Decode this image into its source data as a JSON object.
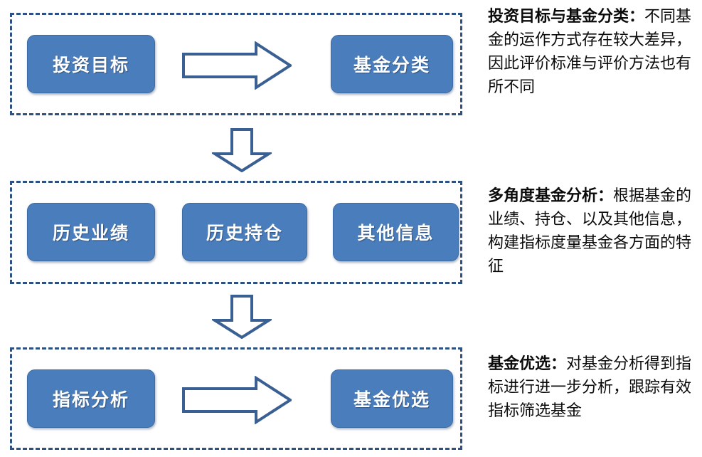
{
  "diagram": {
    "title_semantic": "fund-selection-workflow",
    "colors": {
      "node_fill": "#4a7dbb",
      "node_border": "#3c6ca5",
      "node_text": "#ffffff",
      "container_border": "#2e5184",
      "arrow_stroke": "#3a5f93",
      "arrow_fill": "#ffffff",
      "background": "#ffffff",
      "note_text": "#0b0b0b"
    },
    "stages": [
      {
        "id": "stage-1",
        "nodes": [
          {
            "id": "node-investment-goal",
            "label": "投资目标"
          },
          {
            "id": "node-fund-classification",
            "label": "基金分类"
          }
        ],
        "connector": "arrow-right-icon",
        "note": {
          "heading": "投资目标与基金分类：",
          "body": "不同基金的运作方式存在较大差异，因此评价标准与评价方法也有所不同"
        }
      },
      {
        "id": "stage-2",
        "nodes": [
          {
            "id": "node-historical-performance",
            "label": "历史业绩"
          },
          {
            "id": "node-historical-holdings",
            "label": "历史持仓"
          },
          {
            "id": "node-other-information",
            "label": "其他信息"
          }
        ],
        "connector": null,
        "note": {
          "heading": "多角度基金分析：",
          "body": "根据基金的业绩、持仓、以及其他信息，构建指标度量基金各方面的特征"
        }
      },
      {
        "id": "stage-3",
        "nodes": [
          {
            "id": "node-indicator-analysis",
            "label": "指标分析"
          },
          {
            "id": "node-fund-selection",
            "label": "基金优选"
          }
        ],
        "connector": "arrow-right-icon",
        "note": {
          "heading": "基金优选：",
          "body": "对基金分析得到指标进行进一步分析，跟踪有效指标筛选基金"
        }
      }
    ],
    "stage_connectors": [
      {
        "id": "connector-1",
        "icon": "arrow-down-icon"
      },
      {
        "id": "connector-2",
        "icon": "arrow-down-icon"
      }
    ]
  }
}
